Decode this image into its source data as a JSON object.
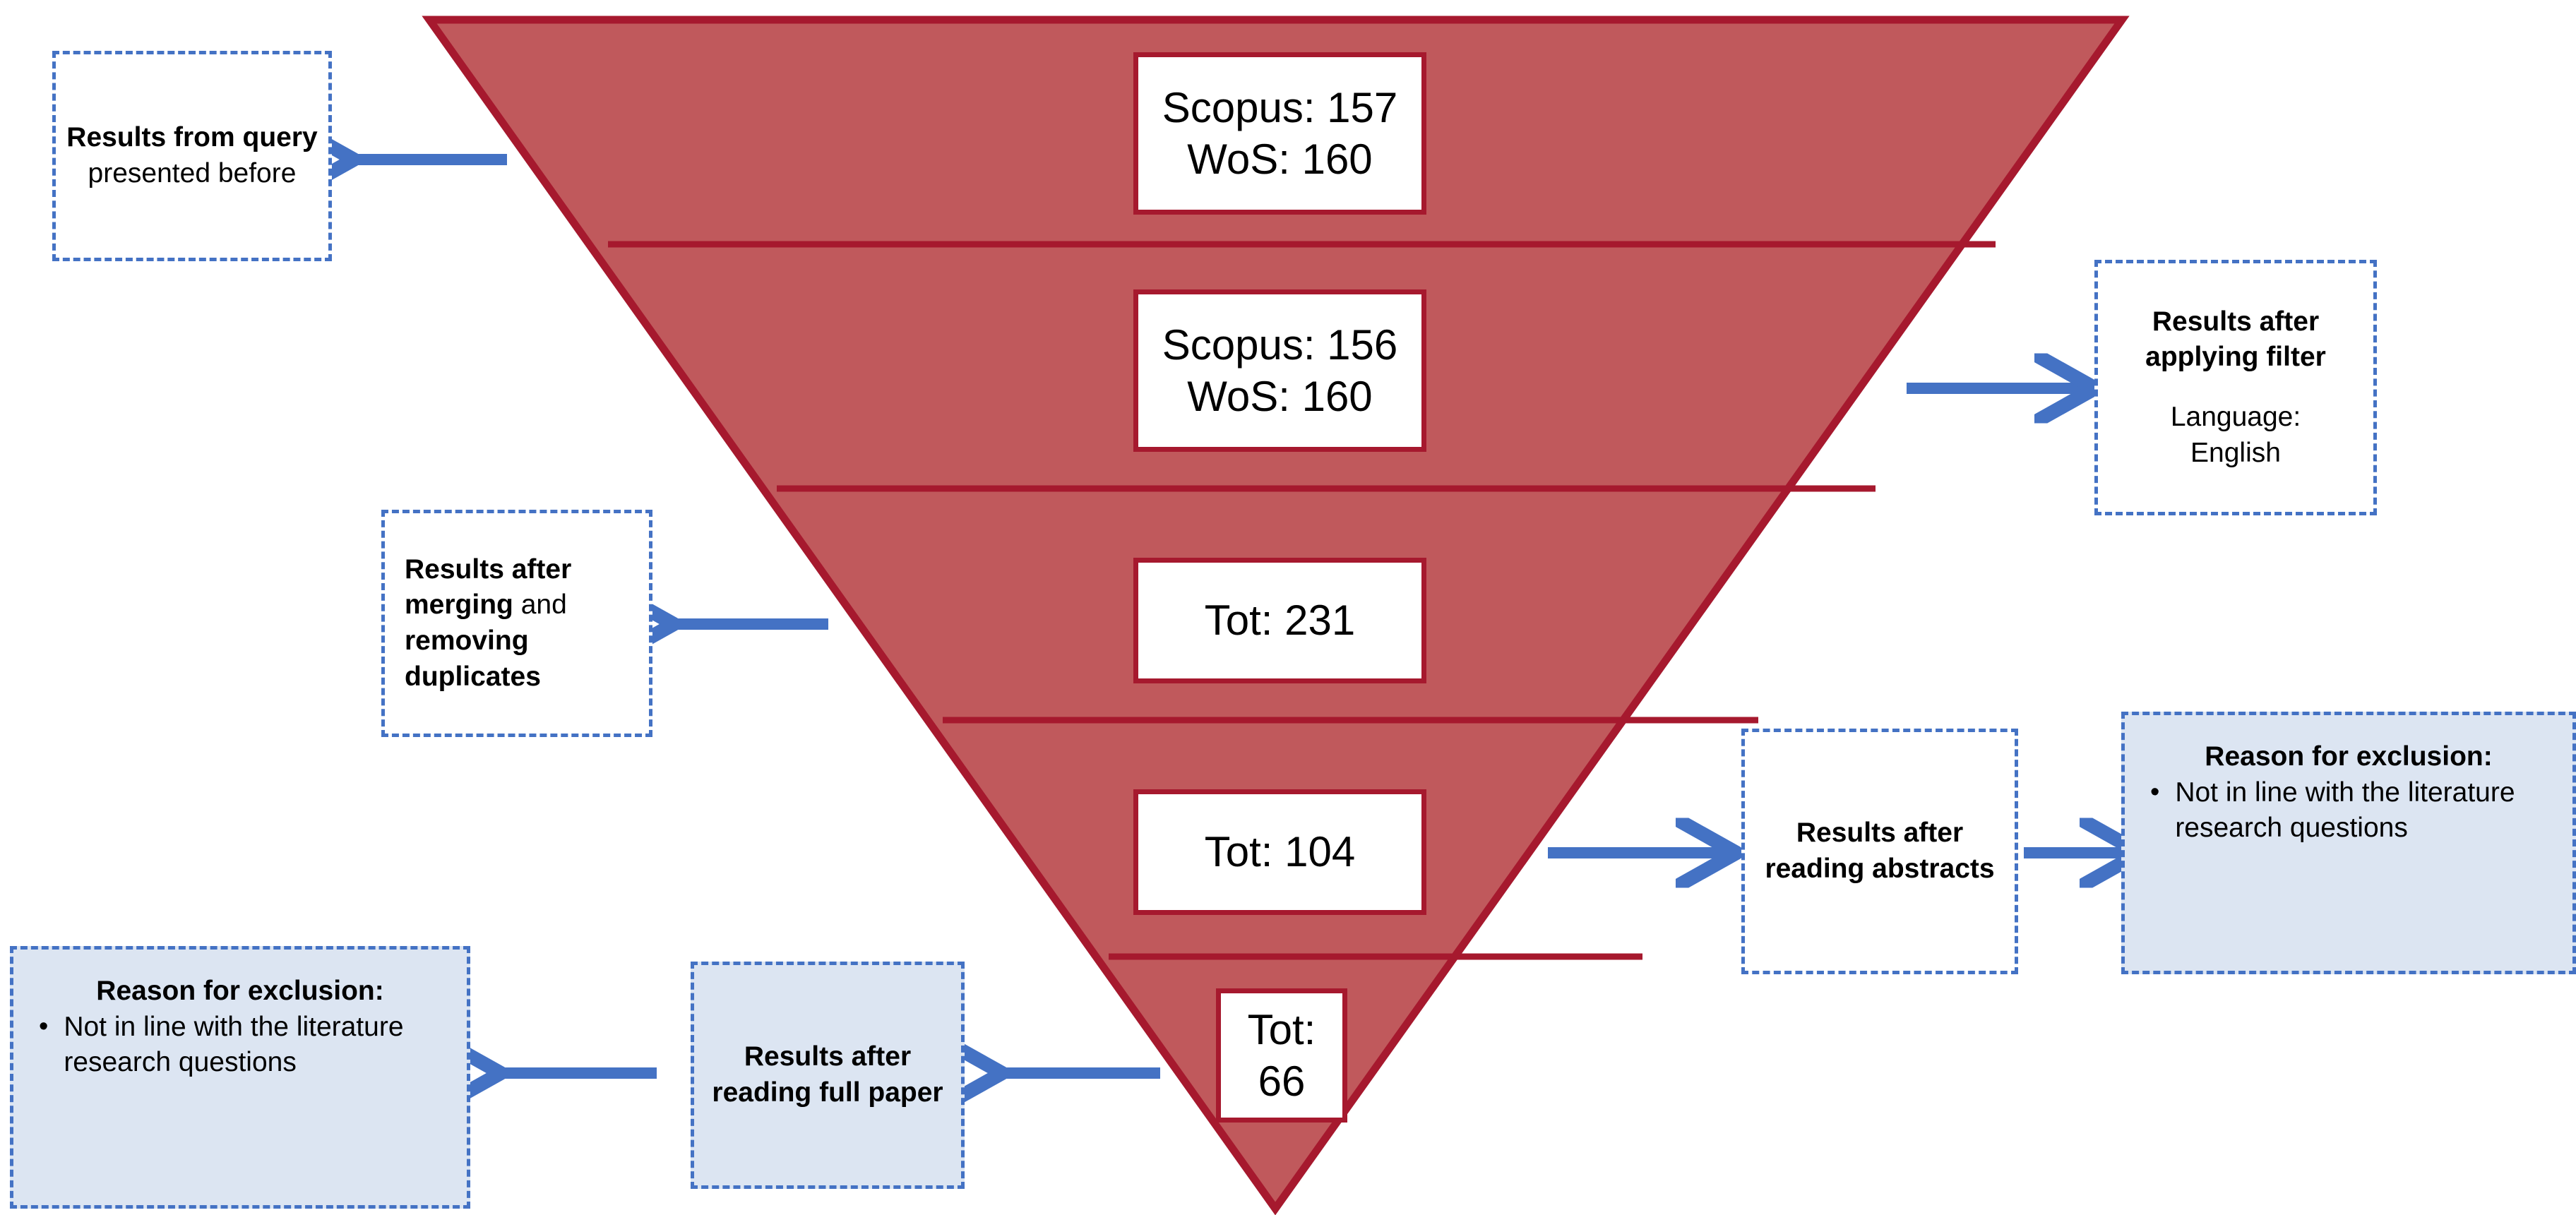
{
  "diagram": {
    "title": "Literature review selection funnel",
    "colors": {
      "funnel_fill": "#C0595C",
      "funnel_stroke": "#A6192E",
      "arrow": "#4472C4",
      "note_border": "#4472C4",
      "note_fill_blue": "#DCE5F2",
      "note_fill_white": "#FFFFFF",
      "background": "#FFFFFF",
      "text": "#000000"
    }
  },
  "funnel": {
    "stages": [
      {
        "id": "stage-1",
        "line1": "Scopus: 157",
        "line2": "WoS: 160"
      },
      {
        "id": "stage-2",
        "line1": "Scopus: 156",
        "line2": "WoS: 160"
      },
      {
        "id": "stage-3",
        "line1": "Tot: 231",
        "line2": ""
      },
      {
        "id": "stage-4",
        "line1": "Tot: 104",
        "line2": ""
      },
      {
        "id": "stage-5",
        "line1": "Tot:",
        "line2": "66"
      }
    ]
  },
  "notes": {
    "query": {
      "header": "Results from query",
      "body": "presented before"
    },
    "filter": {
      "header": "Results after applying filter",
      "body_line1": "Language:",
      "body_line2": "English"
    },
    "merge": {
      "header_part1": "Results after merging",
      "header_mid": " and ",
      "header_part2": "removing duplicates"
    },
    "abstracts": {
      "header": "Results after reading abstracts"
    },
    "fullpaper": {
      "header": "Results after reading full paper"
    },
    "exclusion_right": {
      "header": "Reason for exclusion:",
      "bullet": "Not in line with the literature research questions",
      "bullet_glyph": "•"
    },
    "exclusion_left": {
      "header": "Reason for exclusion:",
      "bullet": "Not in line with the literature research questions",
      "bullet_glyph": "•"
    }
  },
  "arrows": [
    {
      "id": "arrow-to-query",
      "direction": "left"
    },
    {
      "id": "arrow-to-filter",
      "direction": "right"
    },
    {
      "id": "arrow-to-merge",
      "direction": "left"
    },
    {
      "id": "arrow-to-abstracts",
      "direction": "right"
    },
    {
      "id": "arrow-abstracts-to-exclusion",
      "direction": "right"
    },
    {
      "id": "arrow-to-fullpaper",
      "direction": "left"
    },
    {
      "id": "arrow-fullpaper-to-exclusion",
      "direction": "left"
    }
  ]
}
